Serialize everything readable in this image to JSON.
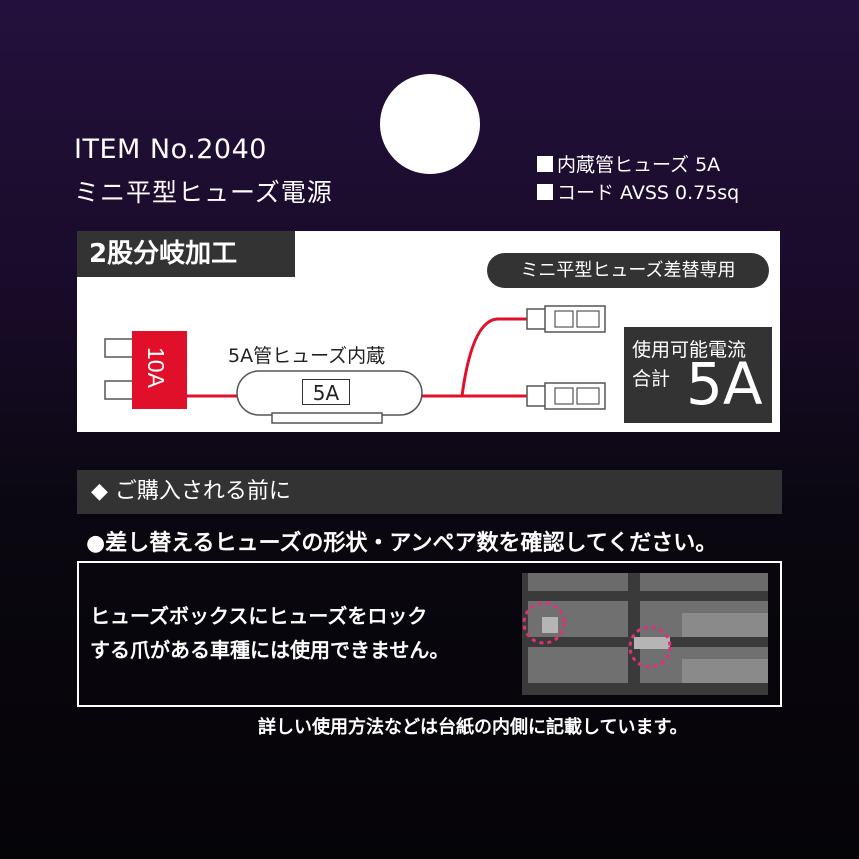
{
  "header": {
    "item_no": "ITEM No.2040",
    "product_name": "ミニ平型ヒューズ電源",
    "specs": [
      "内蔵管ヒューズ 5A",
      "コード AVSS 0.75sq"
    ]
  },
  "diagram": {
    "branch_title": "2股分岐加工",
    "dedicated_badge": "ミニ平型ヒューズ差替専用",
    "blade_fuse_label": "10A",
    "inline_fuse_label": "5A管ヒューズ内蔵",
    "inline_fuse_value": "5A",
    "current_label_line1": "使用可能電流",
    "current_label_line2": "合計",
    "current_value": "5A",
    "colors": {
      "fuse_red": "#e0102a",
      "wire_red": "#e0102a",
      "panel_dark": "#333333"
    }
  },
  "notice": {
    "header": "◆ ご購入される前に",
    "check_note": "●差し替えるヒューズの形状・アンペア数を確認してください。",
    "warning_line1": "ヒューズボックスにヒューズをロック",
    "warning_line2": "する爪がある車種には使用できません。",
    "highlight_color": "#e0307a"
  },
  "footer_note": "詳しい使用方法などは台紙の内側に記載しています。"
}
